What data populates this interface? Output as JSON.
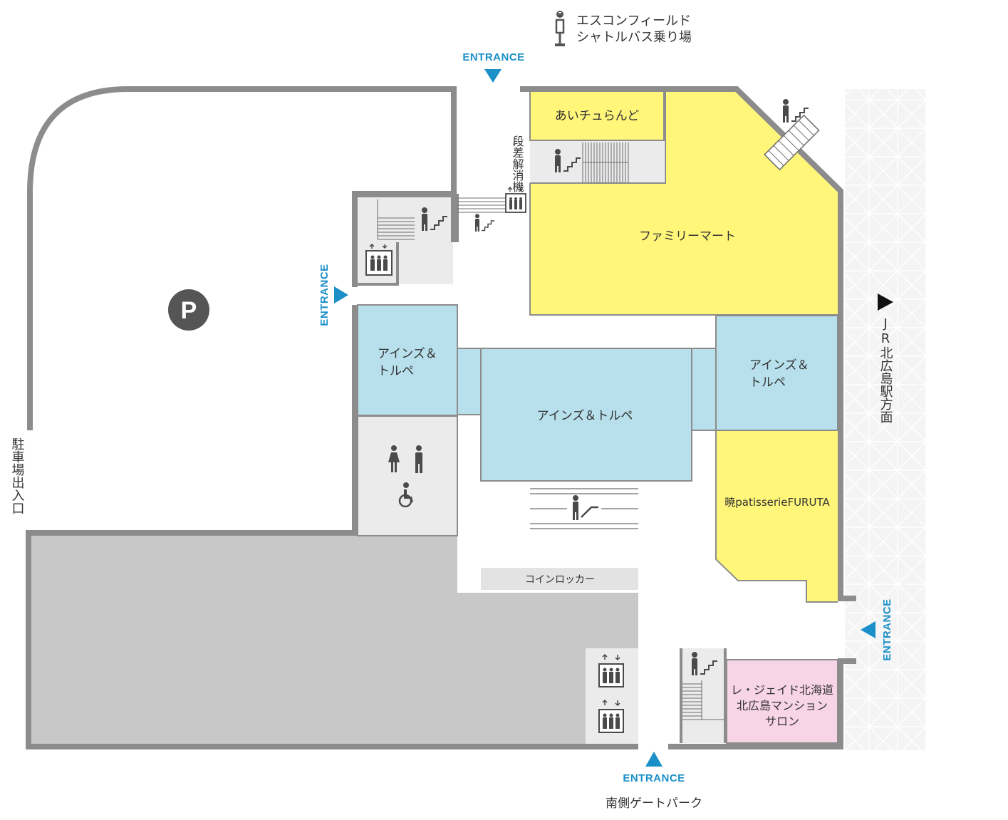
{
  "colors": {
    "wall": "#8c8c8c",
    "shop_yellow": "#fff67a",
    "shop_blue": "#b7e0ec",
    "shop_pink": "#f7d4e6",
    "service_gray": "#ebebeb",
    "parking_dark": "#c8c8c8",
    "entrance_blue": "#1a8fc8",
    "parking_badge": "#555555"
  },
  "bus_stop": {
    "line1": "エスコンフィールド",
    "line2": "シャトルバス乗り場"
  },
  "entrances": {
    "label": "ENTRANCE"
  },
  "barrier_free_lift": {
    "text": "段差解消機"
  },
  "parking_badge": "P",
  "parking_exit": {
    "text": "駐車場出入口"
  },
  "south_gate": {
    "text": "南側ゲートパーク"
  },
  "jr_direction": {
    "text": "JR北広島駅方面"
  },
  "shops": {
    "aichuland": "あいチュらんど",
    "familymart": "ファミリーマート",
    "ainz_left_line1": "アインズ＆",
    "ainz_left_line2": "トルペ",
    "ainz_center": "アインズ＆トルペ",
    "ainz_right_line1": "アインズ＆",
    "ainz_right_line2": "トルペ",
    "furuta": "暁patisserieFURUTA",
    "lejade_line1": "レ・ジェイド北海道",
    "lejade_line2": "北広島マンション",
    "lejade_line3": "サロン"
  },
  "facilities": {
    "coin_locker": "コインロッカー"
  },
  "icons": {
    "bus_stop": "bus-stop-icon",
    "elevator": "elevator-icon",
    "escalator": "escalator-icon",
    "stairs": "stairs-icon",
    "restroom_female": "female-restroom-icon",
    "restroom_male": "male-restroom-icon",
    "accessible": "wheelchair-icon",
    "entrance_arrow": "entrance-arrow-icon"
  }
}
